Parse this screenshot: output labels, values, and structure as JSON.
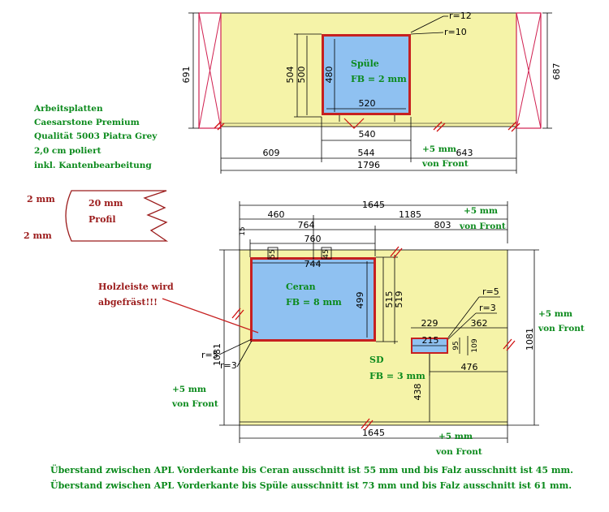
{
  "colors": {
    "countertop": "#f5f3a8",
    "cutout": "#8fc1f1",
    "cutout_border": "#c62020",
    "green_text": "#0b8a1c",
    "red_text": "#9b1b1b",
    "pink_hatch": "#d02050"
  },
  "top_plan": {
    "dims": {
      "height_left": "691",
      "height_right": "687",
      "sink_h_outer": "504",
      "sink_h_mid": "500",
      "sink_h_inner": "480",
      "sink_w_inner": "520",
      "sink_w_outer": "540",
      "r_outer": "r=12",
      "r_inner": "r=10",
      "seg_left": "609",
      "seg_mid": "544",
      "seg_right": "643",
      "total": "1796"
    },
    "sink_label": "Spüle",
    "sink_fb": "FB = 2 mm",
    "plus5": "+5 mm",
    "von_front": "von Front"
  },
  "spec_lines": [
    "Arbeitsplatten",
    "Caesarstone Premium",
    "Qualität 5003 Piatra Grey",
    "2,0 cm poliert",
    "inkl. Kantenbearbeitung"
  ],
  "profile": {
    "left_top": "2 mm",
    "left_bottom": "2 mm",
    "title": "20 mm",
    "subtitle": "Profil"
  },
  "bottom_plan": {
    "dims": {
      "total_top": "1645",
      "seg_460": "460",
      "seg_1185": "1185",
      "seg_764": "764",
      "seg_803": "803",
      "seg_760": "760",
      "seg_744": "744",
      "small_top_a": "15",
      "small_top_b": "55",
      "small_top_c": "45",
      "ceran_h_inner": "499",
      "ceran_h_a": "515",
      "ceran_h_b": "519",
      "height_left": "1081",
      "height_right": "1081",
      "r5_left": "r=5",
      "r3_left": "r=3",
      "r5_right": "r=5",
      "r3_right": "r=3",
      "sd_229": "229",
      "sd_362": "362",
      "sd_215": "215",
      "sd_95": "95",
      "sd_109": "109",
      "sd_476": "476",
      "sd_438": "438",
      "total_bottom": "1645"
    },
    "holzleiste_1": "Holzleiste wird",
    "holzleiste_2": "abgefräst!!!",
    "ceran_label": "Ceran",
    "ceran_fb": "FB = 8 mm",
    "sd_label": "SD",
    "sd_fb": "FB = 3 mm",
    "plus5": "+5 mm",
    "von_front": "von Front"
  },
  "notes": [
    "Überstand zwischen APL Vorderkante bis Ceran ausschnitt ist 55 mm und bis Falz ausschnitt ist 45 mm.",
    "Überstand zwischen APL Vorderkante bis Spüle ausschnitt ist 73 mm und bis Falz ausschnitt ist 61 mm."
  ]
}
